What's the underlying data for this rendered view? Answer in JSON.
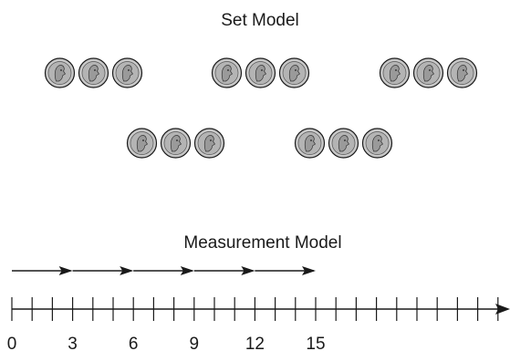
{
  "set_model": {
    "title": "Set Model",
    "groups": [
      {
        "coins": 3
      },
      {
        "coins": 3
      },
      {
        "coins": 3
      },
      {
        "coins": 3
      },
      {
        "coins": 3
      }
    ],
    "coin_icon": "quarter-coin-icon"
  },
  "measurement_model": {
    "title": "Measurement Model",
    "jump_size": 3,
    "jumps": 5,
    "number_line": {
      "min": 0,
      "max": 25,
      "tick_step": 1,
      "labels": [
        "0",
        "3",
        "6",
        "9",
        "12",
        "15"
      ]
    }
  },
  "colors": {
    "stroke": "#1a1a1a",
    "coin_fill": "#c8c8c8",
    "coin_inner": "#b4b4b4"
  }
}
